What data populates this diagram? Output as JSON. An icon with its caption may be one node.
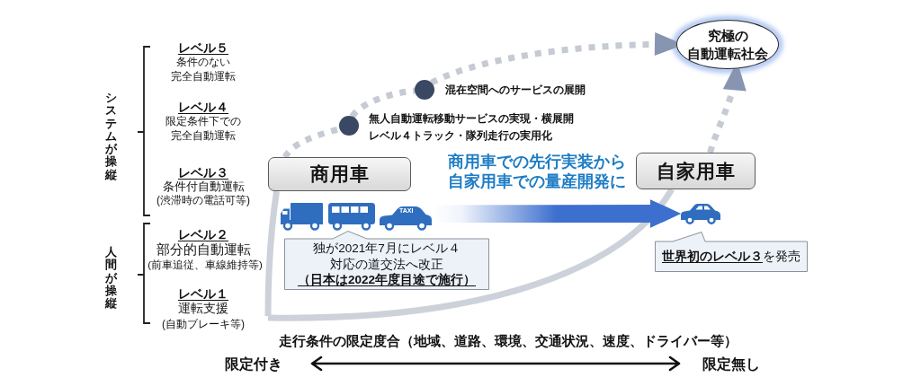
{
  "diagram": {
    "nodes": [
      {
        "text": [
          "究極の自動運転社会"
        ]
      },
      {
        "text": [],
        "shape": "circle",
        "beside": [
          "混在空間へのサービスの展開"
        ]
      },
      {
        "text": [],
        "shape": "circle",
        "beside": [
          "無人自動運転移動サービスの実現・横展開",
          "レベル４トラック・隊列走行の実用化"
        ]
      },
      {
        "text": [
          "商用車"
        ]
      },
      {
        "text": [
          "自家用車"
        ]
      },
      {
        "text": [],
        "shape": "picture"
      },
      {
        "text": [],
        "shape": "picture"
      },
      {
        "text": [
          "独が2021年7月にレベル４対応の道交法へ改正",
          "（日本は2022年度目途で施行）"
        ]
      },
      {
        "text": [
          "**世界初のレベル３**を発売"
        ]
      }
    ],
    "edges": [
      {
        "from": null,
        "to": 3,
        "arrow": "none"
      },
      {
        "from": 3,
        "to": 2,
        "arrow": "none",
        "style": "dashed"
      },
      {
        "from": 2,
        "to": 1,
        "arrow": "none",
        "style": "dashed"
      },
      {
        "from": 1,
        "to": 0,
        "arrow": "to",
        "style": "dashed"
      },
      {
        "from": null,
        "to": 4,
        "arrow": "none"
      },
      {
        "from": 4,
        "to": 0,
        "arrow": "to",
        "style": "dashed"
      },
      {
        "from": 5,
        "to": 6,
        "arrow": "to",
        "label": "商用車での先行実装から自家用車での量産開発に",
        "style": "thick",
        "color": "#3d6fcf"
      }
    ],
    "labels": [
      "システムが操縦",
      "レベル５",
      "条件のない完全自動運転",
      "レベル４",
      "限定条件下での完全自動運転",
      "レベル３",
      "条件付自動運転",
      "(渋滞時の電話可等)",
      "人間が操縦",
      "レベル２",
      "部分的自動運転",
      "(前車追従、車線維持等)",
      "レベル１",
      "運転支援",
      "(自動ブレーキ等)",
      "TAXI",
      "走行条件の限定度合（地域、道路、環境、交通状況、速度、ドライバー等）",
      "限定付き",
      "限定無し"
    ]
  }
}
